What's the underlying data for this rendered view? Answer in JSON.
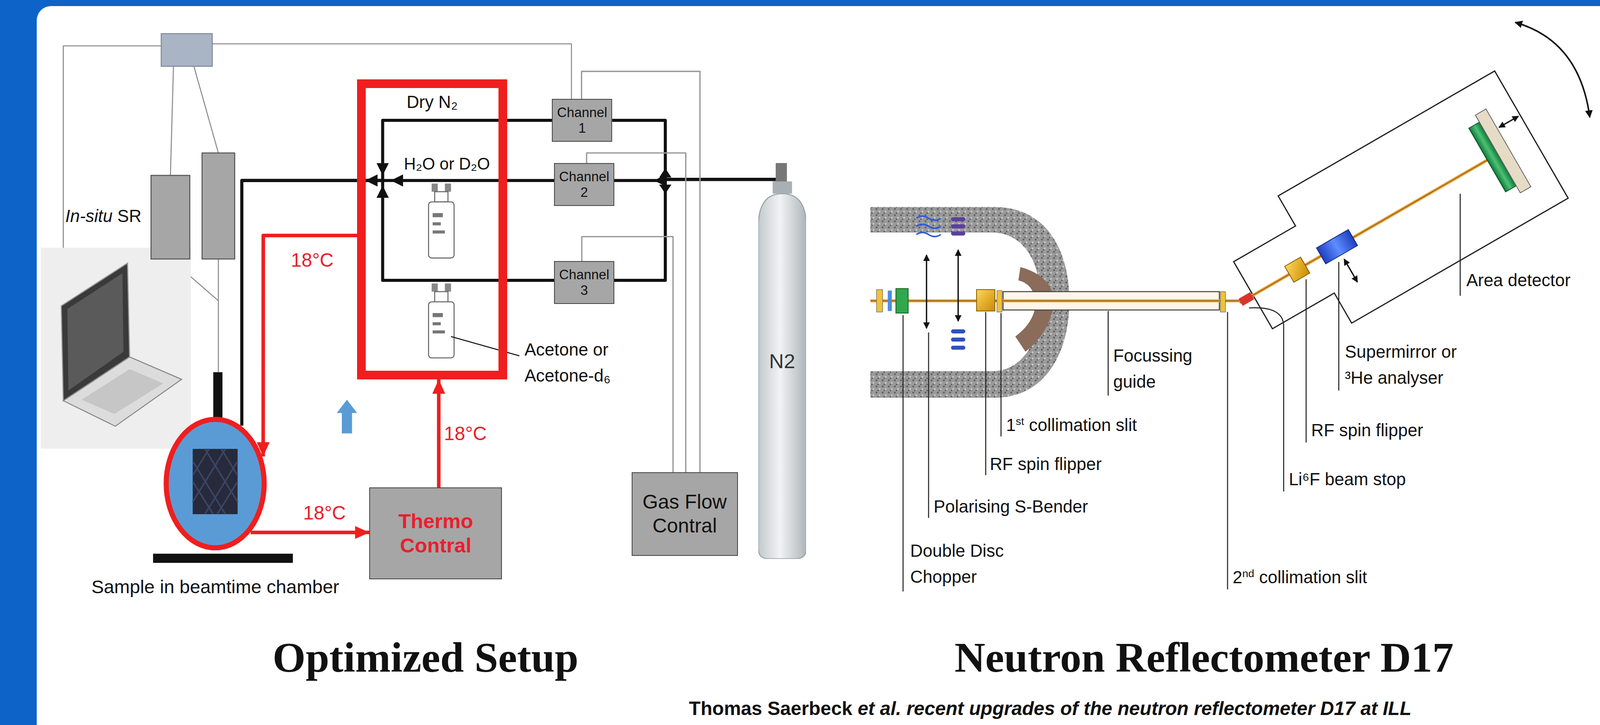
{
  "diagram": {
    "caption": "Thomas Saerbeck et al. recent upgrades of the neutron reflectometer D17 at ILL",
    "nodes": [
      {
        "text": [
          "Dry N₂"
        ]
      },
      {
        "text": [
          "Channel 1"
        ]
      },
      {
        "text": [
          "Channel 2"
        ]
      },
      {
        "text": [
          "Channel 3"
        ]
      },
      {
        "text": [
          "N2"
        ]
      },
      {
        "text": [
          "Sample in beamtime chamber"
        ]
      },
      {
        "text": [
          "Thermo Contral"
        ]
      },
      {
        "text": [
          "Gas Flow Contral"
        ]
      }
    ],
    "edges": [
      {
        "from": 4,
        "to": 1,
        "arrow": "none"
      },
      {
        "from": 4,
        "to": 2,
        "arrow": "none"
      },
      {
        "from": 4,
        "to": 3,
        "arrow": "none"
      },
      {
        "from": 1,
        "to": 5,
        "arrow": "none"
      },
      {
        "from": 2,
        "to": 5,
        "arrow": "none"
      },
      {
        "from": 3,
        "to": 5,
        "arrow": "none"
      },
      {
        "from": 7,
        "to": 1,
        "arrow": "none"
      },
      {
        "from": 7,
        "to": 2,
        "arrow": "none"
      },
      {
        "from": 7,
        "to": 3,
        "arrow": "none"
      },
      {
        "from": 6,
        "to": 0,
        "label": "18°C",
        "arrow": "to"
      },
      {
        "from": 0,
        "to": 5,
        "label": "18°C",
        "arrow": "to"
      },
      {
        "from": 5,
        "to": 6,
        "label": "18°C",
        "arrow": "to"
      }
    ],
    "labels": [
      "H₂O or D₂O",
      "In-situ SR",
      "Acetone or Acetone-d₆",
      "Optimized Setup",
      "Area detector",
      "Supermirror or ³He analyser",
      "RF spin flipper",
      "Li⁶F beam stop",
      "2nd collimation slit",
      "Focussing guide",
      "1st collimation slit",
      "RF spin flipper",
      "Polarising S-Bender",
      "Double Disc Chopper",
      "Neutron Reflectometer D17"
    ]
  }
}
